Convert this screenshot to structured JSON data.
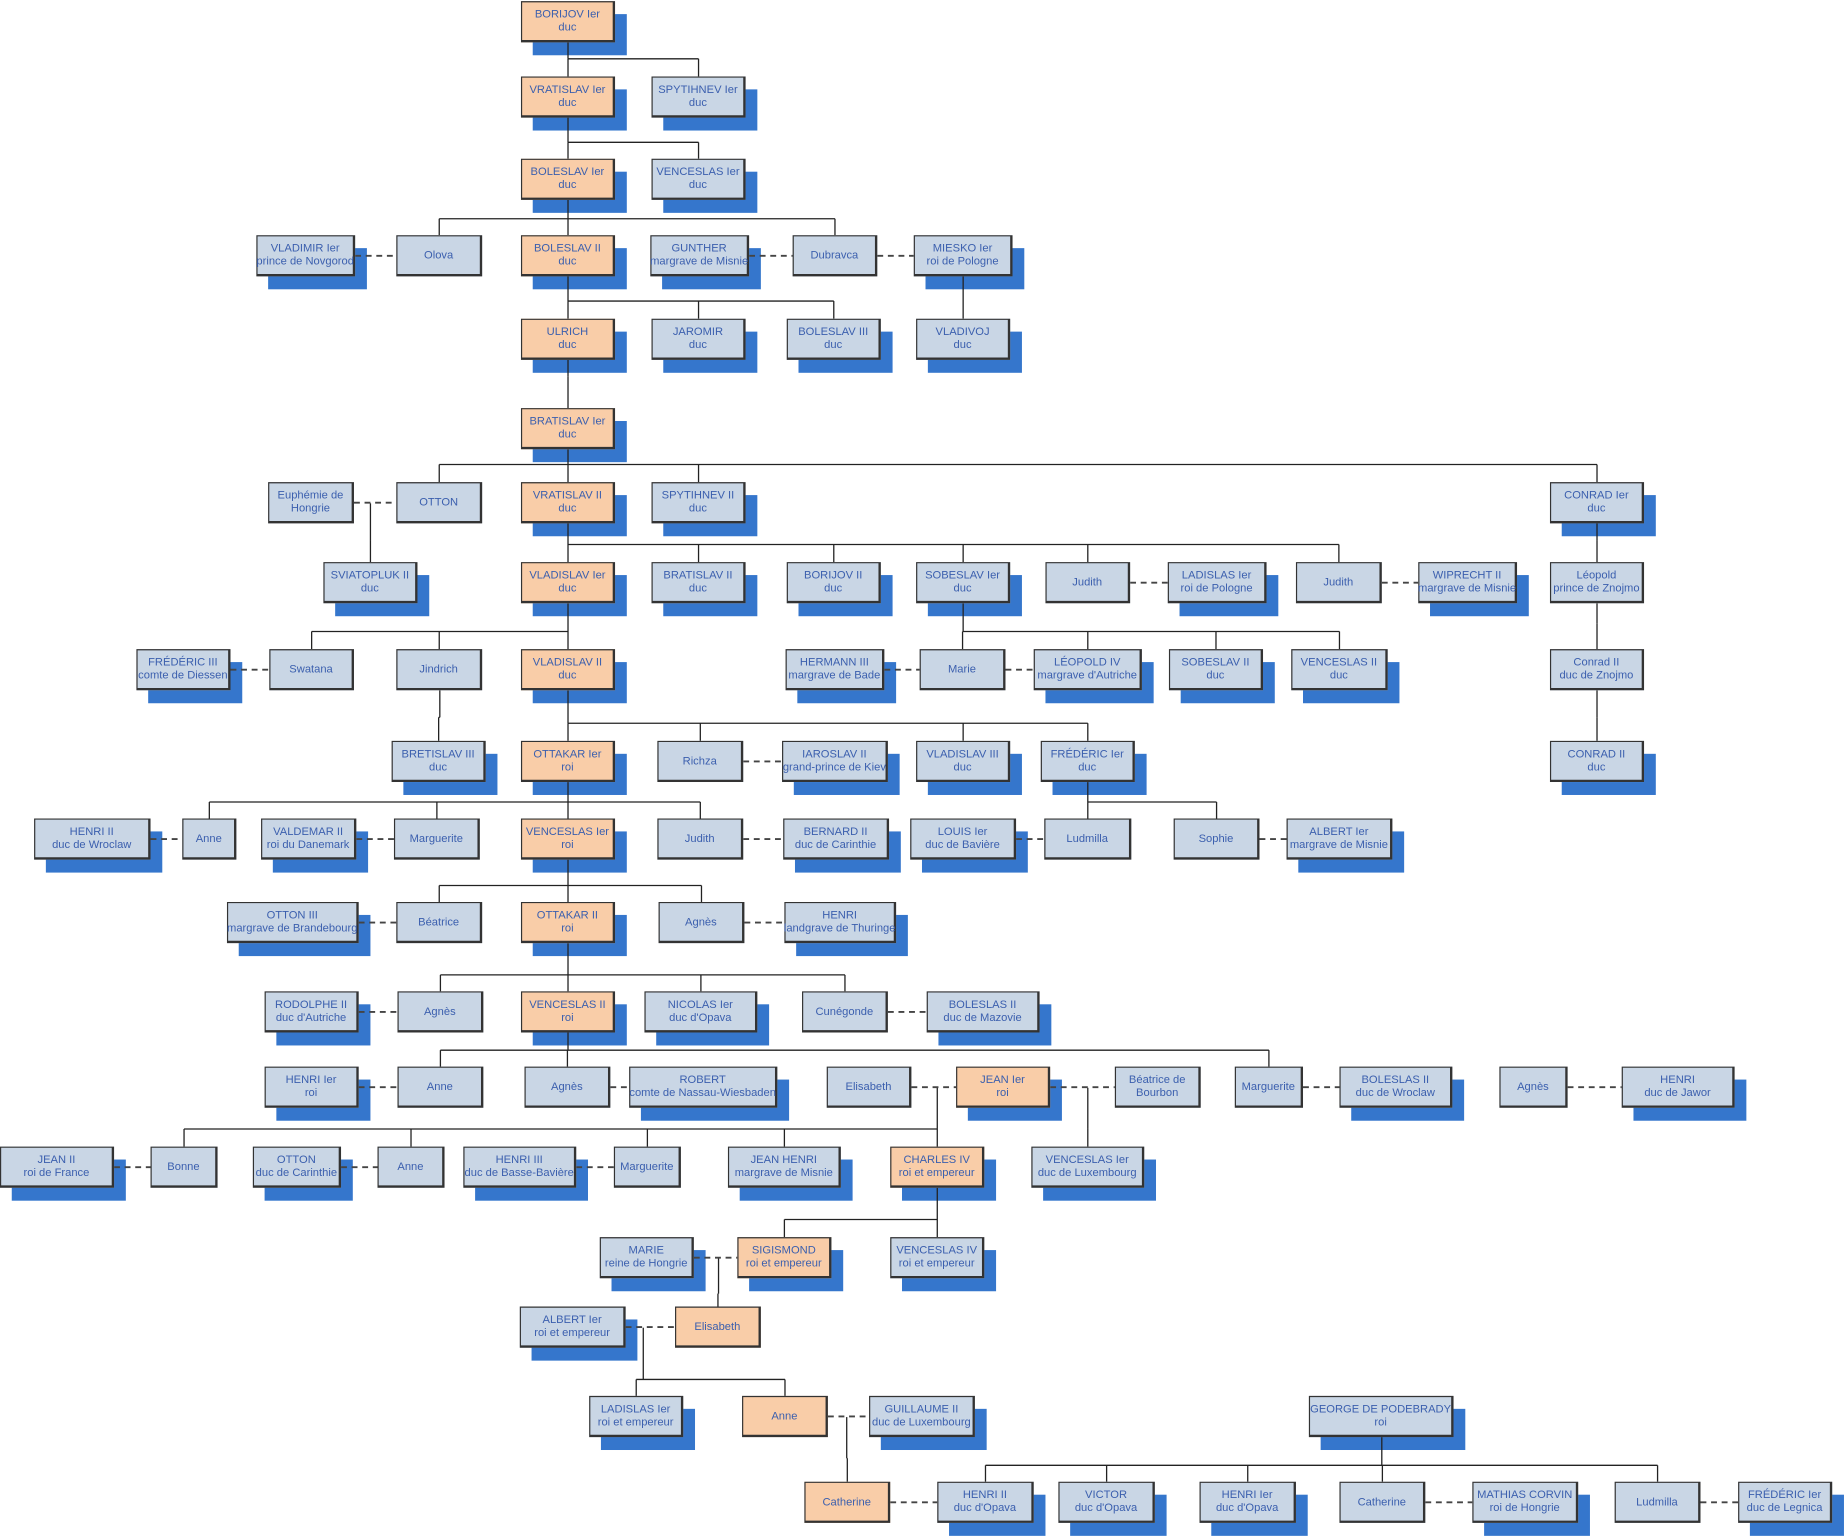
{
  "colors": {
    "highlight": "#f9cda8",
    "normal": "#c9d6e5",
    "shadow": "#3576cc",
    "text": "#3b5fae",
    "line": "#222222"
  },
  "nodes": [
    {
      "id": "borijov1",
      "name": "BORIJOV Ier",
      "title": "duc",
      "highlight": true
    },
    {
      "id": "vratislav1",
      "name": "VRATISLAV Ier",
      "title": "duc",
      "highlight": true
    },
    {
      "id": "spytihnev1",
      "name": "SPYTIHNEV Ier",
      "title": "duc",
      "highlight": false
    },
    {
      "id": "boleslav1",
      "name": "BOLESLAV Ier",
      "title": "duc",
      "highlight": true
    },
    {
      "id": "venceslas1",
      "name": "VENCESLAS Ier",
      "title": "duc",
      "highlight": false
    },
    {
      "id": "vladimir",
      "name": "VLADIMIR Ier",
      "title": "prince de Novgorod",
      "highlight": false
    },
    {
      "id": "olova",
      "name": "Olova",
      "title": "",
      "highlight": false
    },
    {
      "id": "boleslav2",
      "name": "BOLESLAV II",
      "title": "duc",
      "highlight": true
    },
    {
      "id": "gunther",
      "name": "GUNTHER",
      "title": "margrave de Misnie",
      "highlight": false
    },
    {
      "id": "dubravca",
      "name": "Dubravca",
      "title": "",
      "highlight": false
    },
    {
      "id": "miesko",
      "name": "MIESKO Ier",
      "title": "roi de Pologne",
      "highlight": false
    },
    {
      "id": "ulrich",
      "name": "ULRICH",
      "title": "duc",
      "highlight": true
    },
    {
      "id": "jaromir",
      "name": "JAROMIR",
      "title": "duc",
      "highlight": false
    },
    {
      "id": "boleslav3",
      "name": "BOLESLAV III",
      "title": "duc",
      "highlight": false
    },
    {
      "id": "vladivoj",
      "name": "VLADIVOJ",
      "title": "duc",
      "highlight": false
    },
    {
      "id": "bratislav1",
      "name": "BRATISLAV Ier",
      "title": "duc",
      "highlight": true
    },
    {
      "id": "euphemie",
      "name": "Euphémie de",
      "title": "Hongrie",
      "highlight": false
    },
    {
      "id": "otton",
      "name": "OTTON",
      "title": "",
      "highlight": false
    },
    {
      "id": "vratislav2",
      "name": "VRATISLAV II",
      "title": "duc",
      "highlight": true
    },
    {
      "id": "spytihnev2",
      "name": "SPYTIHNEV II",
      "title": "duc",
      "highlight": false
    },
    {
      "id": "conrad1",
      "name": "CONRAD Ier",
      "title": "duc",
      "highlight": false
    },
    {
      "id": "sviatopluk",
      "name": "SVIATOPLUK II",
      "title": "duc",
      "highlight": false
    },
    {
      "id": "vladislav1",
      "name": "VLADISLAV Ier",
      "title": "duc",
      "highlight": true
    },
    {
      "id": "bratislav2",
      "name": "BRATISLAV II",
      "title": "duc",
      "highlight": false
    },
    {
      "id": "borijov2",
      "name": "BORIJOV II",
      "title": "duc",
      "highlight": false
    },
    {
      "id": "sobeslav1",
      "name": "SOBESLAV Ier",
      "title": "duc",
      "highlight": false
    },
    {
      "id": "judith1",
      "name": "Judith",
      "title": "",
      "highlight": false
    },
    {
      "id": "ladislas1",
      "name": "LADISLAS Ier",
      "title": "roi de Pologne",
      "highlight": false
    },
    {
      "id": "judith2",
      "name": "Judith",
      "title": "",
      "highlight": false
    },
    {
      "id": "wiprecht",
      "name": "WIPRECHT II",
      "title": "margrave de Misnie",
      "highlight": false
    },
    {
      "id": "leopold",
      "name": "Léopold",
      "title": "prince de Znojmo",
      "highlight": false
    },
    {
      "id": "frederic3",
      "name": "FRÉDÉRIC III",
      "title": "comte de Diessen",
      "highlight": false
    },
    {
      "id": "swatana",
      "name": "Swatana",
      "title": "",
      "highlight": false
    },
    {
      "id": "jindrich",
      "name": "Jindrich",
      "title": "",
      "highlight": false
    },
    {
      "id": "vladislav2",
      "name": "VLADISLAV II",
      "title": "duc",
      "highlight": true
    },
    {
      "id": "hermann",
      "name": "HERMANN III",
      "title": "margrave de Bade",
      "highlight": false
    },
    {
      "id": "marie1",
      "name": "Marie",
      "title": "",
      "highlight": false
    },
    {
      "id": "leopold4",
      "name": "LÉOPOLD IV",
      "title": "margrave d'Autriche",
      "highlight": false
    },
    {
      "id": "sobeslav2",
      "name": "SOBESLAV II",
      "title": "duc",
      "highlight": false
    },
    {
      "id": "venceslas2",
      "name": "VENCESLAS II",
      "title": "duc",
      "highlight": false
    },
    {
      "id": "conrad2znojmo",
      "name": "Conrad II",
      "title": "duc de Znojmo",
      "highlight": false
    },
    {
      "id": "bretislav3",
      "name": "BRETISLAV III",
      "title": "duc",
      "highlight": false
    },
    {
      "id": "ottakar1",
      "name": "OTTAKAR Ier",
      "title": "roi",
      "highlight": true
    },
    {
      "id": "richza",
      "name": "Richza",
      "title": "",
      "highlight": false
    },
    {
      "id": "iaroslav",
      "name": "IAROSLAV II",
      "title": "grand-prince de Kiev",
      "highlight": false
    },
    {
      "id": "vladislav3",
      "name": "VLADISLAV III",
      "title": "duc",
      "highlight": false
    },
    {
      "id": "frederic1",
      "name": "FRÉDÉRIC Ier",
      "title": "duc",
      "highlight": false
    },
    {
      "id": "conrad2",
      "name": "CONRAD II",
      "title": "duc",
      "highlight": false
    },
    {
      "id": "henri2wroclaw",
      "name": "HENRI II",
      "title": "duc de Wroclaw",
      "highlight": false
    },
    {
      "id": "anne1",
      "name": "Anne",
      "title": "",
      "highlight": false
    },
    {
      "id": "valdemar",
      "name": "VALDEMAR II",
      "title": "roi du Danemark",
      "highlight": false
    },
    {
      "id": "marguerite1",
      "name": "Marguerite",
      "title": "",
      "highlight": false
    },
    {
      "id": "venceslas1roi",
      "name": "VENCESLAS Ier",
      "title": "roi",
      "highlight": true
    },
    {
      "id": "judith3",
      "name": "Judith",
      "title": "",
      "highlight": false
    },
    {
      "id": "bernard",
      "name": "BERNARD II",
      "title": "duc de Carinthie",
      "highlight": false
    },
    {
      "id": "louis",
      "name": "LOUIS Ier",
      "title": "duc de Bavière",
      "highlight": false
    },
    {
      "id": "ludmilla1",
      "name": "Ludmilla",
      "title": "",
      "highlight": false
    },
    {
      "id": "sophie",
      "name": "Sophie",
      "title": "",
      "highlight": false
    },
    {
      "id": "albert1misnie",
      "name": "ALBERT Ier",
      "title": "margrave de Misnie",
      "highlight": false
    },
    {
      "id": "otton3",
      "name": "OTTON III",
      "title": "margrave de Brandebourg",
      "highlight": false
    },
    {
      "id": "beatrice1",
      "name": "Béatrice",
      "title": "",
      "highlight": false
    },
    {
      "id": "ottakar2",
      "name": "OTTAKAR II",
      "title": "roi",
      "highlight": true
    },
    {
      "id": "agnes1",
      "name": "Agnès",
      "title": "",
      "highlight": false
    },
    {
      "id": "henrithuringe",
      "name": "HENRI",
      "title": "landgrave de Thuringe",
      "highlight": false
    },
    {
      "id": "rodolphe",
      "name": "RODOLPHE II",
      "title": "duc d'Autriche",
      "highlight": false
    },
    {
      "id": "agnes2",
      "name": "Agnès",
      "title": "",
      "highlight": false
    },
    {
      "id": "venceslas2roi",
      "name": "VENCESLAS II",
      "title": "roi",
      "highlight": true
    },
    {
      "id": "nicolas",
      "name": "NICOLAS Ier",
      "title": "duc d'Opava",
      "highlight": false
    },
    {
      "id": "cunegonde",
      "name": "Cunégonde",
      "title": "",
      "highlight": false
    },
    {
      "id": "boleslas2maz",
      "name": "BOLESLAS II",
      "title": "duc de Mazovie",
      "highlight": false
    },
    {
      "id": "henri1roi",
      "name": "HENRI Ier",
      "title": "roi",
      "highlight": false
    },
    {
      "id": "anne2",
      "name": "Anne",
      "title": "",
      "highlight": false
    },
    {
      "id": "agnes3",
      "name": "Agnès",
      "title": "",
      "highlight": false
    },
    {
      "id": "robert",
      "name": "ROBERT",
      "title": "comte de Nassau-Wiesbaden",
      "highlight": false
    },
    {
      "id": "elisabeth1",
      "name": "Elisabeth",
      "title": "",
      "highlight": false
    },
    {
      "id": "jean1",
      "name": "JEAN Ier",
      "title": "roi",
      "highlight": true
    },
    {
      "id": "beatrice2",
      "name": "Béatrice de",
      "title": "Bourbon",
      "highlight": false
    },
    {
      "id": "marguerite2",
      "name": "Marguerite",
      "title": "",
      "highlight": false
    },
    {
      "id": "boleslas2wro",
      "name": "BOLESLAS II",
      "title": "duc de Wroclaw",
      "highlight": false
    },
    {
      "id": "agnes4",
      "name": "Agnès",
      "title": "",
      "highlight": false
    },
    {
      "id": "henrijawor",
      "name": "HENRI",
      "title": "duc de Jawor",
      "highlight": false
    },
    {
      "id": "jean2",
      "name": "JEAN II",
      "title": "roi de France",
      "highlight": false
    },
    {
      "id": "bonne",
      "name": "Bonne",
      "title": "",
      "highlight": false
    },
    {
      "id": "ottoncar",
      "name": "OTTON",
      "title": "duc de Carinthie",
      "highlight": false
    },
    {
      "id": "anne3",
      "name": "Anne",
      "title": "",
      "highlight": false
    },
    {
      "id": "henri3",
      "name": "HENRI III",
      "title": "duc de Basse-Bavière",
      "highlight": false
    },
    {
      "id": "marguerite3",
      "name": "Marguerite",
      "title": "",
      "highlight": false
    },
    {
      "id": "jeanhenri",
      "name": "JEAN HENRI",
      "title": "margrave de Misnie",
      "highlight": false
    },
    {
      "id": "charles4",
      "name": "CHARLES IV",
      "title": "roi et empereur",
      "highlight": true
    },
    {
      "id": "venceslaslux",
      "name": "VENCESLAS Ier",
      "title": "duc de Luxembourg",
      "highlight": false
    },
    {
      "id": "marie2",
      "name": "MARIE",
      "title": "reine de Hongrie",
      "highlight": false
    },
    {
      "id": "sigismond",
      "name": "SIGISMOND",
      "title": "roi et empereur",
      "highlight": true
    },
    {
      "id": "venceslas4",
      "name": "VENCESLAS IV",
      "title": "roi et empereur",
      "highlight": false
    },
    {
      "id": "albertroi",
      "name": "ALBERT Ier",
      "title": "roi et empereur",
      "highlight": false
    },
    {
      "id": "elisabeth2",
      "name": "Elisabeth",
      "title": "",
      "highlight": true
    },
    {
      "id": "ladislasroi",
      "name": "LADISLAS Ier",
      "title": "roi et empereur",
      "highlight": false
    },
    {
      "id": "anne4",
      "name": "Anne",
      "title": "",
      "highlight": true
    },
    {
      "id": "guillaume",
      "name": "GUILLAUME II",
      "title": "duc de Luxembourg",
      "highlight": false
    },
    {
      "id": "george",
      "name": "GEORGE DE PODEBRADY",
      "title": "roi",
      "highlight": false
    },
    {
      "id": "catherine1",
      "name": "Catherine",
      "title": "",
      "highlight": true
    },
    {
      "id": "henri2opava",
      "name": "HENRI II",
      "title": "duc d'Opava",
      "highlight": false
    },
    {
      "id": "victor",
      "name": "VICTOR",
      "title": "duc d'Opava",
      "highlight": false
    },
    {
      "id": "henri1opava",
      "name": "HENRI Ier",
      "title": "duc d'Opava",
      "highlight": false
    },
    {
      "id": "catherine2",
      "name": "Catherine",
      "title": "",
      "highlight": false
    },
    {
      "id": "mathias",
      "name": "MATHIAS CORVIN",
      "title": "roi de Hongrie",
      "highlight": false
    },
    {
      "id": "ludmilla2",
      "name": "Ludmilla",
      "title": "",
      "highlight": false
    },
    {
      "id": "fredericleg",
      "name": "FRÉDÉRIC Ier",
      "title": "duc de Legnica",
      "highlight": false
    }
  ]
}
